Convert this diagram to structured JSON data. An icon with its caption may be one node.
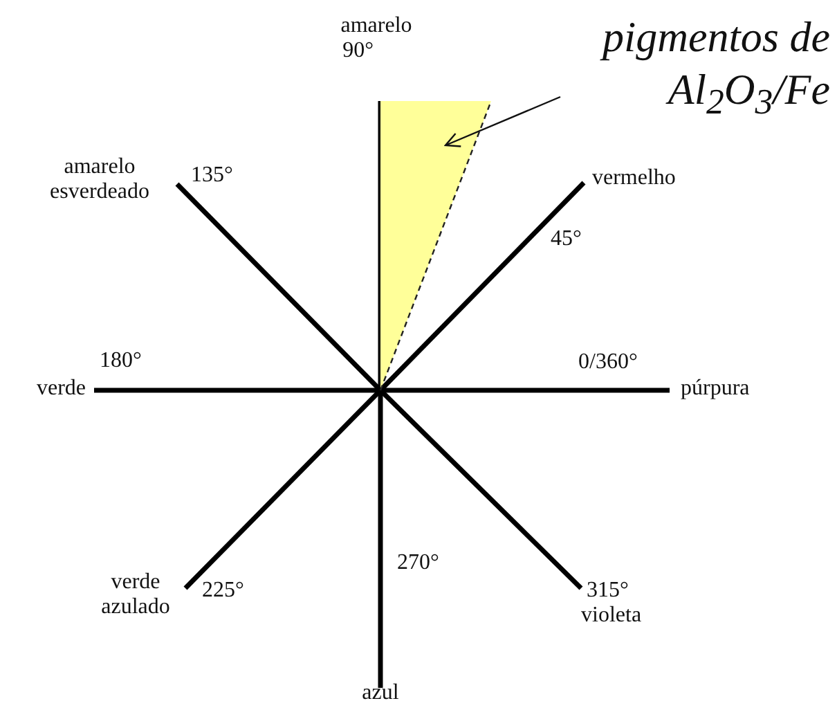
{
  "diagram": {
    "nodes": [
      {
        "text": [
          "pigmentos de Al$_{2}$O$_{3}$/Fe"
        ]
      },
      {
        "text": [],
        "shape": "wedge"
      }
    ],
    "edges": [
      {
        "from": 0,
        "to": 1,
        "arrow": "to"
      }
    ],
    "labels": [
      "amarelo",
      "90°",
      "amarelo esverdeado",
      "135°",
      "vermelho",
      "45°",
      "verde",
      "180°",
      "0/360°",
      "púrpura",
      "315°",
      "violeta",
      "verde azulado",
      "225°",
      "270°",
      "azul"
    ]
  }
}
